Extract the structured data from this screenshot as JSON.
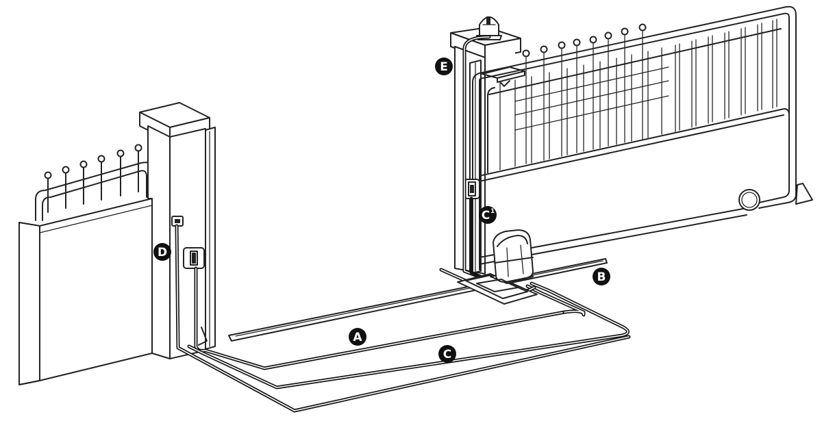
{
  "labels": {
    "A": "A",
    "B": "B",
    "C": "C",
    "C1_main": "C",
    "C1_sup": "1",
    "D": "D",
    "E": "E"
  },
  "colors": {
    "stroke": "#222222",
    "badge": "#111111",
    "background": "#ffffff"
  }
}
